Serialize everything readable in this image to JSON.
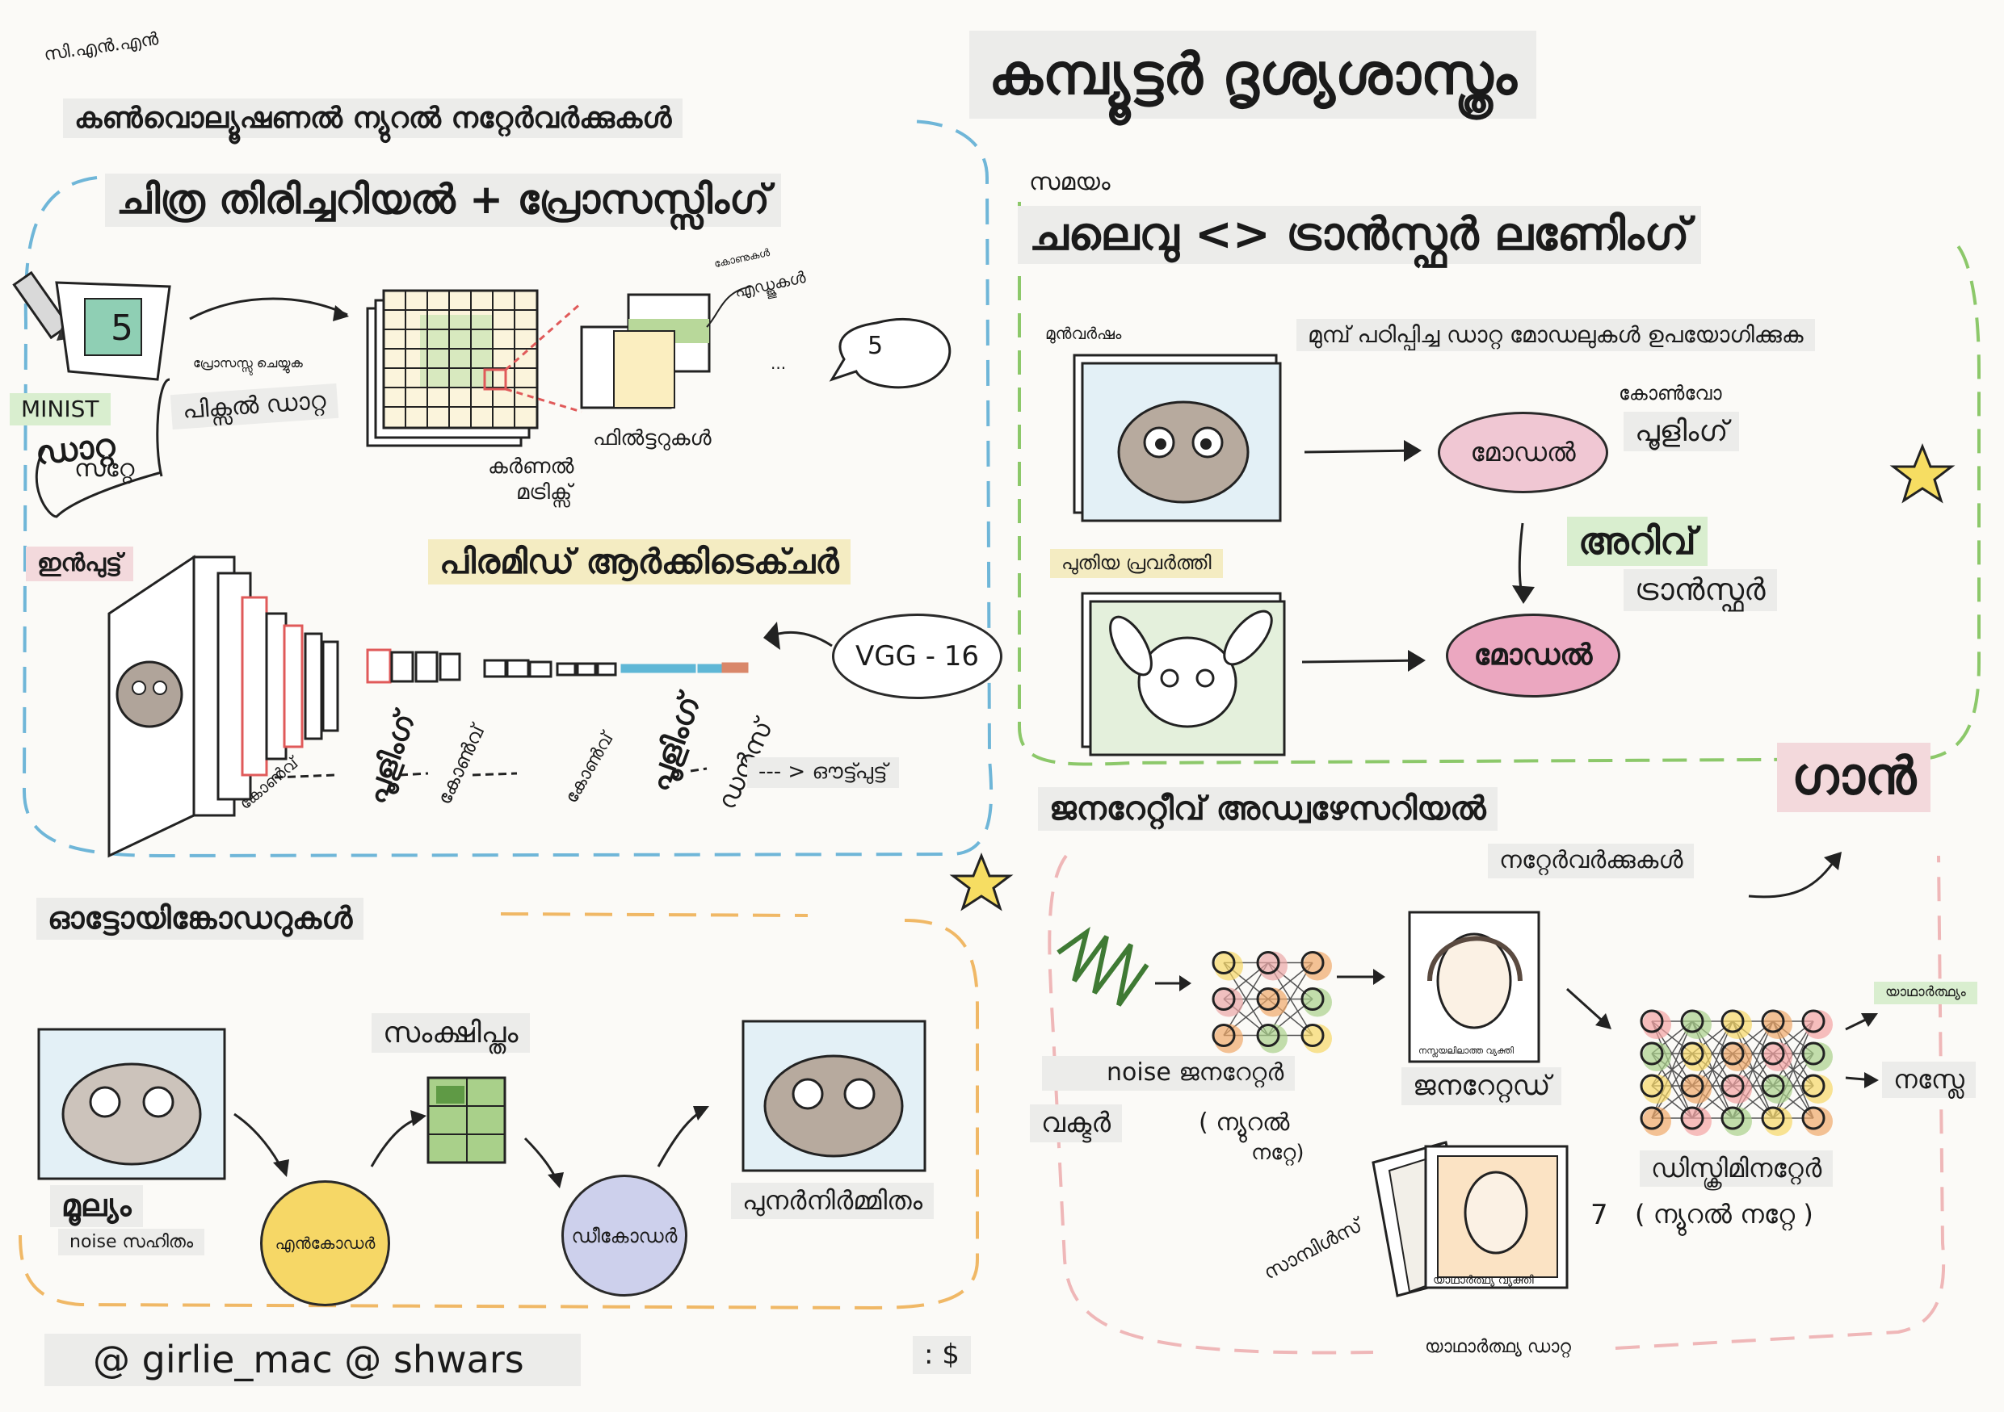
{
  "title": "കമ്പ്യൂട്ടർ ദൃശ്യശാസ്ത്രം",
  "cnn": {
    "abbr": "സി.എൻ.എൻ",
    "name": "കൺവൊല്യൂഷണൽ ന്യുറൽ നറ്റേർവർക്കുകൾ",
    "subtitle": "ചിത്ര തിരിച്ചറിയൽ + പ്രോസസ്സിംഗ്",
    "digit": "5",
    "dataset_a": "MINIST",
    "dataset_b": "ഡാറ്റ",
    "dataset_c": "സറ്റേ",
    "process": "പ്രോസസ്സു ചെയ്യുക",
    "pixel_data": "പിക്സൽ ഡാറ്റ",
    "kernel_a": "കർണൽ",
    "kernel_b": "മട്രിക്സ്",
    "filters": "ഫിൽട്ടറുകൾ",
    "edges": "എഡ്ജുകൾ",
    "corners": "കോണുകൾ",
    "out_digit": "5",
    "dots": "...",
    "input": "ഇൻപുട്ട്",
    "pyramid": "പിരമിഡ് ആർക്കിടെക്ചർ",
    "vgg": "VGG - 16",
    "conv1": "കോൺവ്",
    "pool1": "പൂളിംഗ്",
    "conv2": "കോൺവ്",
    "conv3": "കോൺവ്",
    "pool2": "പൂളിംഗ്",
    "dense": "ഡൻസ്",
    "output": "--- > ഔട്ട്പുട്ട്"
  },
  "transfer": {
    "time": "സമയം",
    "title": "ചലെവു <> ട്രാൻസ്ഫർ ലണേിംഗ്",
    "pretrained": "മുമ്പ് പഠിപ്പിച്ച ഡാറ്റ മോഡലുകൾ ഉപയോഗിക്കുക",
    "previous": "മുൻവർഷം",
    "new_task": "പുതിയ പ്രവർത്തി",
    "model_a": "മോഡൽ",
    "model_b": "മോഡൽ",
    "conv": "കോൺവോ",
    "pooling": "പൂളിംഗ്",
    "knowledge": "അറിവ്",
    "transfer": "ട്രാൻസ്ഫർ"
  },
  "gan": {
    "badge": "ഗാൻ",
    "title": "ജനറേറ്റീവ് അഡ്വഴേസറിയൽ",
    "networks": "നറ്റേർവർക്കുകൾ",
    "noise": "noise ജനറേറ്റർ",
    "vector": "വക്ടർ",
    "neural_a": "( ന്യുറൽ",
    "neural_b": "നറ്റേ)",
    "generated": "ജനറേറ്റഡ്",
    "fake_person": "നസ്ലയലിലാത്ത വ്യക്തി",
    "samples": "സാമ്പിൾസ്",
    "real_person": "യാഥാർത്ഥ്യ വ്യക്തി",
    "real_data": "യാഥാർത്ഥ്യ ഡാറ്റ",
    "count": "7",
    "discriminator": "ഡിസ്ക്രിമിനറ്റേർ",
    "disc_nn": "( ന്യുറൽ നറ്റേ )",
    "real": "യാഥാർത്ഥ്യം",
    "fake": "നസ്ലേ"
  },
  "autoencoder": {
    "title": "ഓട്ടോയിങ്കോഡറുകൾ",
    "original": "മൂല്യം",
    "with_noise": "noise സഹിതം",
    "compressed": "സംക്ഷിപ്തം",
    "encoder": "എൻകോഡർ",
    "decoder": "ഡീകോഡർ",
    "reconstructed": "പുനർനിർമ്മിതം"
  },
  "credit": "@ girlie_mac @ shwars",
  "corner_mark": ": $"
}
